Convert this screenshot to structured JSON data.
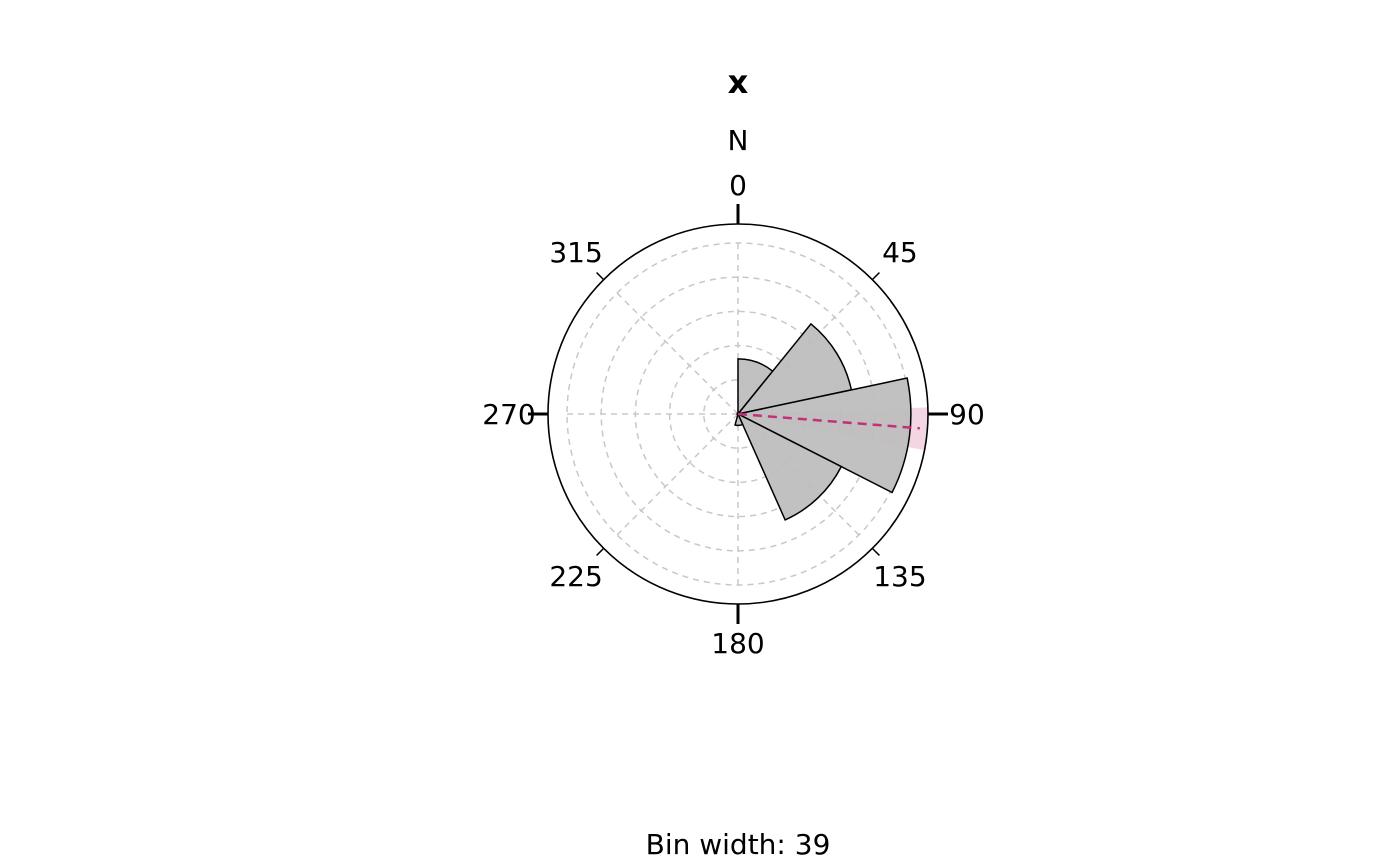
{
  "chart_data": {
    "type": "rose",
    "title": "x",
    "north_label": "N",
    "footer": "Bin width: 39",
    "bin_width": 39,
    "direction": "clockwise",
    "zero": "north",
    "angle_ticks": [
      {
        "angle": 0,
        "label": "0"
      },
      {
        "angle": 45,
        "label": "45"
      },
      {
        "angle": 90,
        "label": "90"
      },
      {
        "angle": 135,
        "label": "135"
      },
      {
        "angle": 180,
        "label": "180"
      },
      {
        "angle": 225,
        "label": "225"
      },
      {
        "angle": 270,
        "label": "270"
      },
      {
        "angle": 315,
        "label": "315"
      }
    ],
    "radius_max": 1.0,
    "grid": true,
    "grid_circles": [
      0.18,
      0.36,
      0.54,
      0.72,
      0.9
    ],
    "bins": [
      {
        "start": 0,
        "end": 39,
        "value": 0.29
      },
      {
        "start": 39,
        "end": 78,
        "value": 0.61
      },
      {
        "start": 78,
        "end": 117,
        "value": 0.91
      },
      {
        "start": 117,
        "end": 156,
        "value": 0.61
      },
      {
        "start": 156,
        "end": 195,
        "value": 0.06
      }
    ],
    "mean_direction": 94.5,
    "mean_length": 0.96,
    "confidence_interval": [
      88,
      101
    ],
    "colors": {
      "bars": "#bebebe",
      "bar_outline": "#000000",
      "mean": "#c2307a",
      "ci_fill": "#c2307a",
      "grid": "#c8c8c8"
    }
  }
}
